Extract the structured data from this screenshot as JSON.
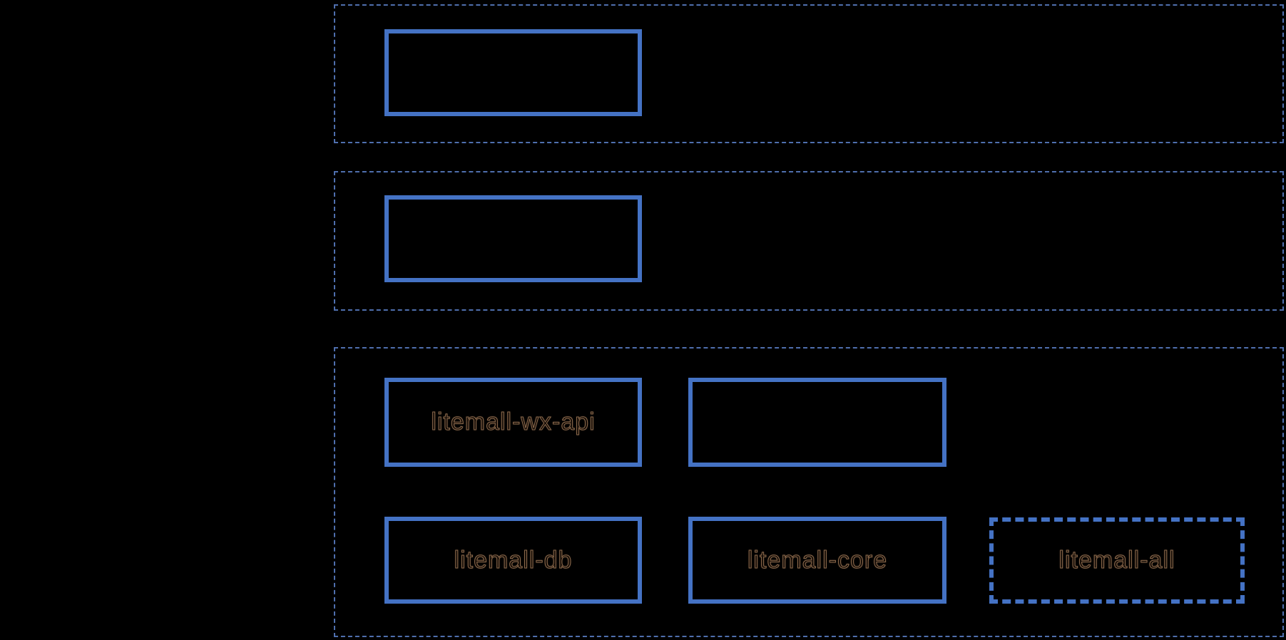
{
  "diagram": {
    "background": "#000000",
    "solid_border_color": "#4472c4",
    "group_border_color": "#4f6fae",
    "label_fringe_color": "#8d6b4e",
    "groups": {
      "top": {
        "box1": {
          "label": "",
          "style": "solid"
        }
      },
      "middle": {
        "box1": {
          "label": "",
          "style": "solid"
        }
      },
      "bottom": {
        "row1": {
          "box1": {
            "label": "litemall-wx-api",
            "style": "solid"
          },
          "box2": {
            "label": "",
            "style": "solid"
          }
        },
        "row2": {
          "box1": {
            "label": "litemall-db",
            "style": "solid"
          },
          "box2": {
            "label": "litemall-core",
            "style": "solid"
          },
          "box3": {
            "label": "litemall-all",
            "style": "dashed"
          }
        }
      }
    }
  }
}
